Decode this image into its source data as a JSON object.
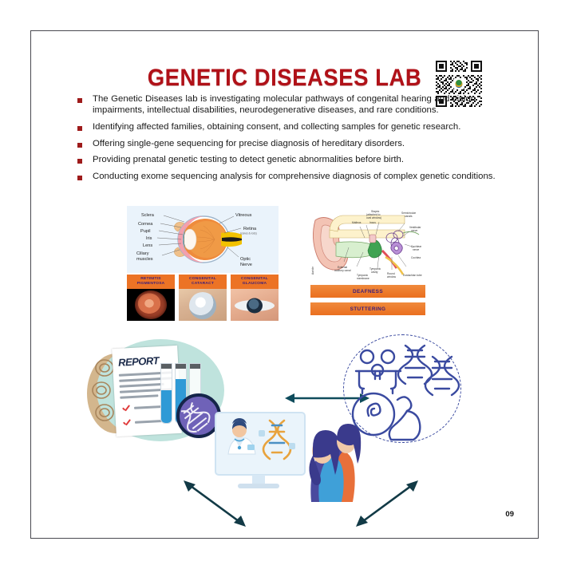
{
  "page": {
    "title": "GENETIC DISEASES LAB",
    "page_number": "09",
    "title_color": "#b01118",
    "bullet_color": "#9e1b1b",
    "accent_orange": "#ea6f1f",
    "arrow_color": "#0f4c5c"
  },
  "bullets": [
    "The Genetic Diseases lab is investigating molecular pathways of congenital hearing and vision impairments, intellectual disabilities, neurodegenerative diseases, and rare conditions.",
    "Identifying affected families, obtaining consent, and collecting samples for genetic research.",
    "Offering single-gene sequencing for precise diagnosis of hereditary disorders.",
    "Providing prenatal genetic testing to detect genetic abnormalities before birth.",
    "Conducting exome sequencing analysis for comprehensive diagnosis of complex genetic conditions."
  ],
  "eye_diagram": {
    "caption": "eye-anatomy-diagram",
    "labels_left": [
      "Sclera",
      "Cornea",
      "Pupil",
      "Iris",
      "Lens",
      "Ciliary muscles"
    ],
    "labels_right": [
      "Vitreous",
      "Retina",
      "Optic Nerve"
    ],
    "retina_sub": "(cones & rods)"
  },
  "ear_diagram": {
    "caption": "ear-anatomy-diagram",
    "labels": [
      "Stapes (attached to oval window)",
      "Semicircular canals",
      "Malleus",
      "Incus",
      "Vestibular nerve",
      "Cochlear nerve",
      "Cochlea",
      "External auditory canal",
      "Tympanic cavity",
      "Tympanic membrane",
      "Round window",
      "Eustachian tube",
      "Auricle"
    ]
  },
  "condition_cards": [
    {
      "label_line1": "RETINITIS",
      "label_line2": "PIGMENTOSA",
      "image": "retinal-fundus-photo"
    },
    {
      "label_line1": "CONGENITAL",
      "label_line2": "CATARACT",
      "image": "cataract-eye-photo"
    },
    {
      "label_line1": "CONGENITAL",
      "label_line2": "GLAUCOMA",
      "image": "glaucoma-eye-photo"
    }
  ],
  "hearing_pills": [
    "DEAFNESS",
    "STUTTERING"
  ],
  "infographic": {
    "report": {
      "heading": "REPORT",
      "icons": [
        "test-tube",
        "magnifier-dna"
      ]
    },
    "family": {
      "icons": [
        "family-line-icon",
        "dna-helix-icon",
        "pregnancy-icon"
      ]
    },
    "consult": {
      "icons": [
        "monitor-icon",
        "doctor-avatar",
        "dna-helix-icon",
        "patient-couple"
      ]
    },
    "arrows": [
      "double-arrow-horizontal",
      "double-arrow-diagonal-left",
      "double-arrow-diagonal-right"
    ]
  }
}
